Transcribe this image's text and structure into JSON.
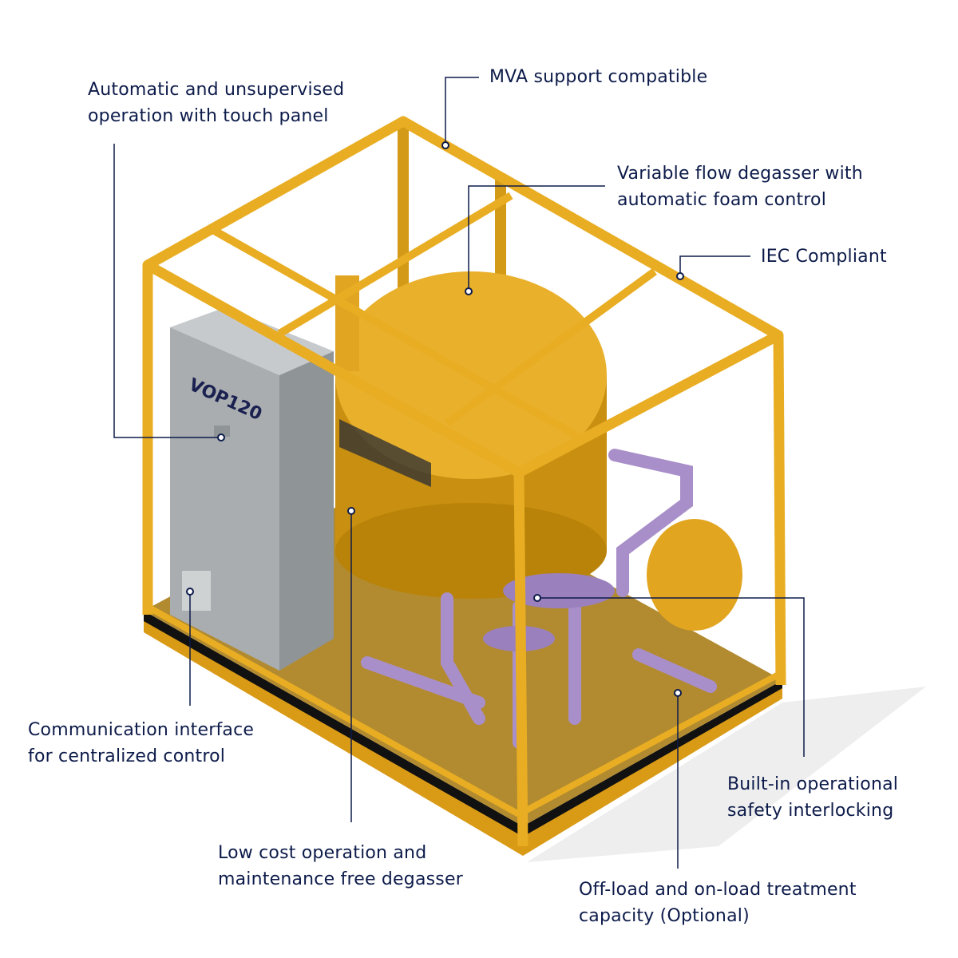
{
  "product": {
    "name": "VOP120"
  },
  "colors": {
    "text": "#0d1b4a",
    "frame": "#e8ad22",
    "cabinet": "#a5a9ab",
    "pipes": "#a98fc9",
    "base": "#111111"
  },
  "callouts": [
    {
      "id": "touch-panel",
      "lines": [
        "Automatic and unsupervised",
        "operation with touch panel"
      ]
    },
    {
      "id": "mva",
      "lines": [
        "MVA support compatible"
      ]
    },
    {
      "id": "degasser",
      "lines": [
        "Variable flow degasser with",
        "automatic foam control"
      ]
    },
    {
      "id": "iec",
      "lines": [
        "IEC Compliant"
      ]
    },
    {
      "id": "communication",
      "lines": [
        "Communication interface",
        "for centralized control"
      ]
    },
    {
      "id": "low-cost",
      "lines": [
        "Low cost operation and",
        "maintenance free degasser"
      ]
    },
    {
      "id": "safety",
      "lines": [
        "Built-in operational",
        "safety interlocking"
      ]
    },
    {
      "id": "treatment",
      "lines": [
        "Off-load and on-load treatment",
        "capacity (Optional)"
      ]
    }
  ]
}
